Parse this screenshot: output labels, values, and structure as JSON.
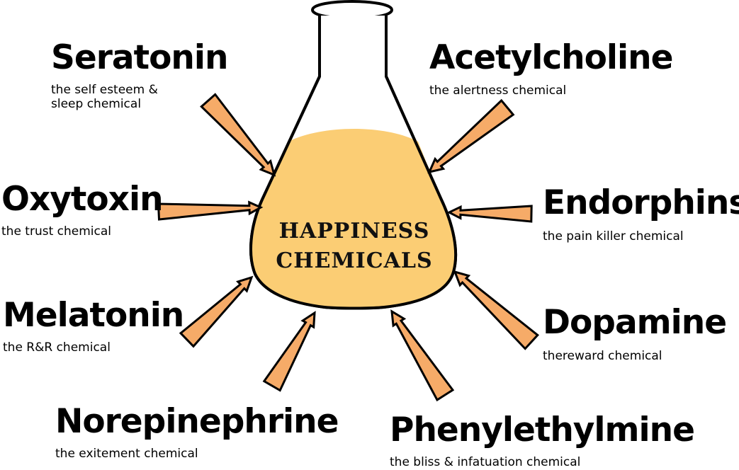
{
  "flask": {
    "line1": "HAPPINESS",
    "line2": "CHEMICALS",
    "liquid_color": "#fbcd74",
    "arrow_color": "#f6ab68"
  },
  "chemicals": [
    {
      "name": "Seratonin",
      "desc": "the self esteem &\n sleep chemical"
    },
    {
      "name": "Acetylcholine",
      "desc": "the alertness chemical"
    },
    {
      "name": "Oxytoxin",
      "desc": "the trust chemical"
    },
    {
      "name": "Endorphins",
      "desc": "the pain killer chemical"
    },
    {
      "name": "Melatonin",
      "desc": "the R&R chemical"
    },
    {
      "name": "Dopamine",
      "desc": "thereward chemical"
    },
    {
      "name": "Norepinephrine",
      "desc": "the exitement chemical"
    },
    {
      "name": "Phenylethylmine",
      "desc": "the bliss & infatuation chemical"
    }
  ]
}
